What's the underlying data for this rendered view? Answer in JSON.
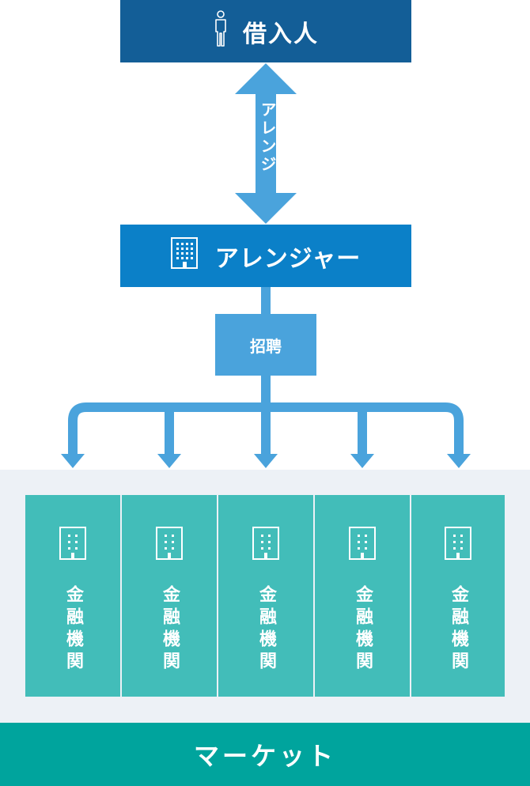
{
  "borrower": {
    "label": "借入人",
    "icon": "person-icon"
  },
  "arrange_arrow": {
    "label": "アレンジ"
  },
  "arranger": {
    "label": "アレンジャー",
    "icon": "building-icon"
  },
  "recruit": {
    "label": "招聘"
  },
  "institutions": [
    {
      "label": "金融機関",
      "icon": "building-icon"
    },
    {
      "label": "金融機関",
      "icon": "building-icon"
    },
    {
      "label": "金融機関",
      "icon": "building-icon"
    },
    {
      "label": "金融機関",
      "icon": "building-icon"
    },
    {
      "label": "金融機関",
      "icon": "building-icon"
    }
  ],
  "market": {
    "label": "マーケット"
  },
  "colors": {
    "borrower": "#135e97",
    "arranger": "#0b80c8",
    "recruit": "#4aa3dc",
    "arrow": "#4aa3dc",
    "institution": "#42bdb9",
    "market_band": "#edf1f6",
    "market": "#00a49d"
  }
}
